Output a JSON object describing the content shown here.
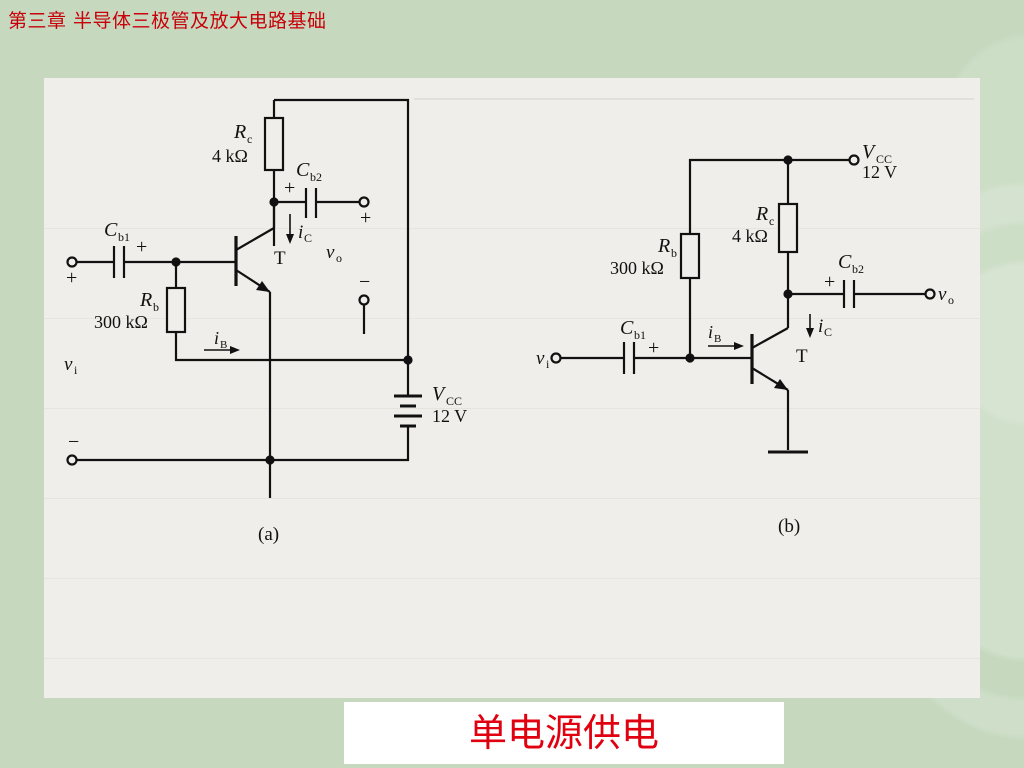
{
  "header": {
    "title": "第三章  半导体三极管及放大电路基础"
  },
  "caption": {
    "text": "单电源供电"
  },
  "circuit_a": {
    "panel_label": "(a)",
    "rc_label": "R",
    "rc_sub": "c",
    "rc_value": "4 kΩ",
    "cb2_label": "C",
    "cb2_sub": "b2",
    "cb1_label": "C",
    "cb1_sub": "b1",
    "rb_label": "R",
    "rb_sub": "b",
    "rb_value": "300 kΩ",
    "ic_label": "i",
    "ic_sub": "C",
    "ib_label": "i",
    "ib_sub": "B",
    "t_label": "T",
    "vo_label": "v",
    "vo_sub": "o",
    "vi_label": "v",
    "vi_sub": "i",
    "vcc_label": "V",
    "vcc_sub": "CC",
    "vcc_value": "12 V",
    "plus": "+",
    "minus": "−"
  },
  "circuit_b": {
    "panel_label": "(b)",
    "vcc_label": "V",
    "vcc_sub": "CC",
    "vcc_value": "12 V",
    "rc_label": "R",
    "rc_sub": "c",
    "rc_value": "4 kΩ",
    "rb_label": "R",
    "rb_sub": "b",
    "rb_value": "300 kΩ",
    "cb2_label": "C",
    "cb2_sub": "b2",
    "cb1_label": "C",
    "cb1_sub": "b1",
    "ic_label": "i",
    "ic_sub": "C",
    "ib_label": "i",
    "ib_sub": "B",
    "t_label": "T",
    "vo_label": "v",
    "vo_sub": "o",
    "vi_label": "v",
    "vi_sub": "i",
    "plus": "+"
  }
}
